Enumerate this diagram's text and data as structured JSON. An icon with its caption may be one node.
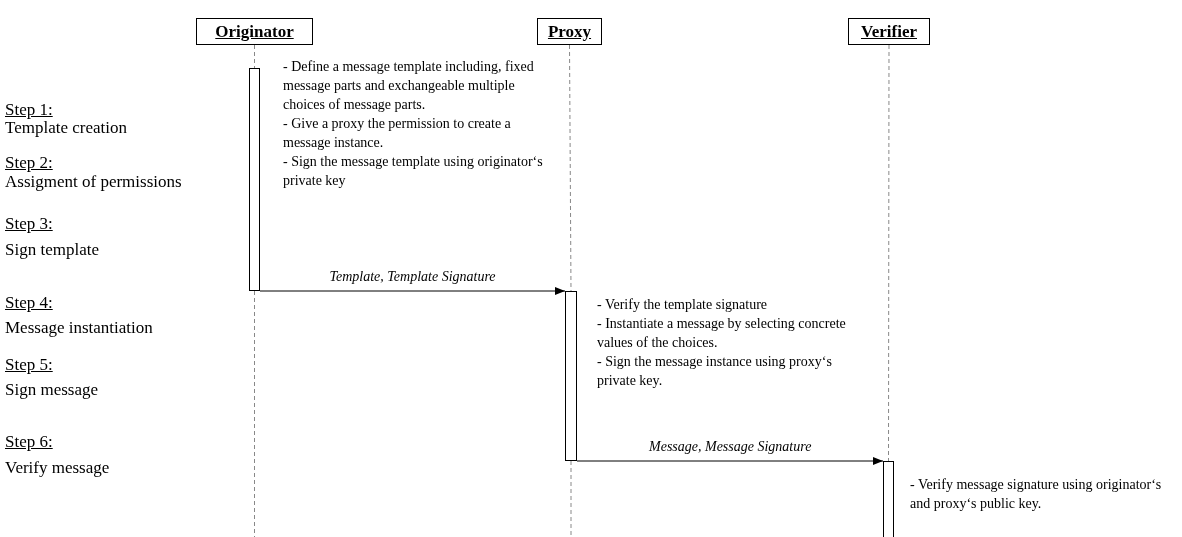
{
  "diagram": {
    "nodes": [
      {
        "text": [
          "Originator"
        ]
      },
      {
        "text": [
          "Proxy"
        ]
      },
      {
        "text": [
          "Verifier"
        ]
      },
      {
        "text": [],
        "shape": "bar",
        "beside": [
          "- Define a message template including, fixed message parts and exchangeable multiple choices of message parts.",
          "- Give a proxy the permission to create a message instance.",
          "- Sign the message template using originator‘s private key"
        ]
      },
      {
        "text": [],
        "shape": "bar",
        "beside": [
          "- Verify the template signature",
          "- Instantiate a message by selecting concrete values of the choices.",
          "- Sign the message instance using proxy‘s private key."
        ]
      },
      {
        "text": [],
        "shape": "bar",
        "beside": [
          "- Verify message signature using originator‘s and proxy‘s public key."
        ]
      }
    ],
    "edges": [
      {
        "from": 0,
        "to": 3,
        "arrow": "none",
        "style": "dashed"
      },
      {
        "from": 1,
        "to": 4,
        "arrow": "none",
        "style": "dashed"
      },
      {
        "from": 2,
        "to": 5,
        "arrow": "none",
        "style": "dashed"
      },
      {
        "from": 3,
        "to": 4,
        "arrow": "to",
        "label": "Template, Template Signature",
        "color": "#000000"
      },
      {
        "from": 4,
        "to": 5,
        "arrow": "to",
        "label": "Message, Message Signature",
        "color": "#000000"
      }
    ],
    "labels": [
      "Step 1:",
      "Template creation",
      "Step 2:",
      "Assigment of permissions",
      "Step 3:",
      "Sign template",
      "Step 4:",
      "Message instantiation",
      "Step 5:",
      "Sign message",
      "Step 6:",
      "Verify message"
    ]
  }
}
